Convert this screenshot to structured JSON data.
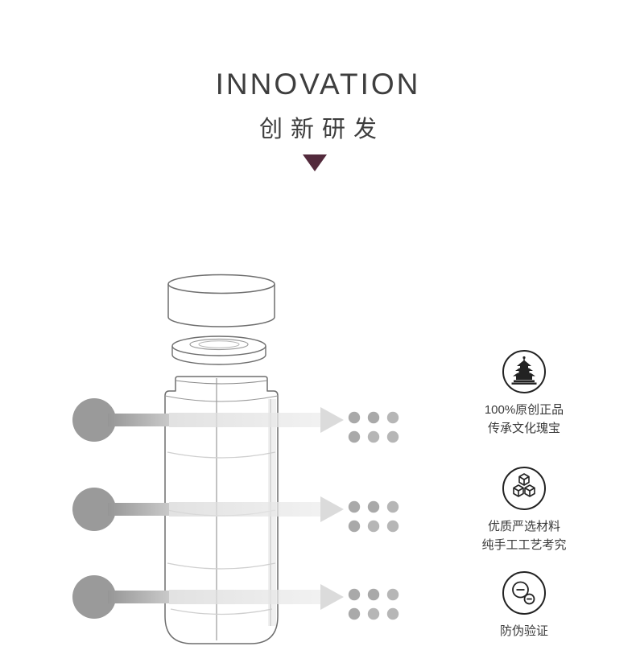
{
  "header": {
    "title": "INNOVATION",
    "subtitle": "创新研发",
    "marker_icon": "down-triangle-icon"
  },
  "colors": {
    "accent_triangle": "#532a3c",
    "source_circle_gray": "#9a9a9a",
    "text": "#3a3a3a",
    "line": "#6e6e6e"
  },
  "illustration": {
    "subject": "double-wall bottle exploded view: lid, seal ring, cutaway body",
    "flow_rows": 3,
    "dot_clusters": 3
  },
  "features": [
    {
      "icon": "temple-icon",
      "line1": "100%原创正品",
      "line2": "传承文化瑰宝"
    },
    {
      "icon": "cubes-icon",
      "line1": "优质严选材料",
      "line2": "纯手工工艺考究"
    },
    {
      "icon": "anti-counterfeit-icon",
      "line1": "防伪验证",
      "line2": ""
    }
  ]
}
